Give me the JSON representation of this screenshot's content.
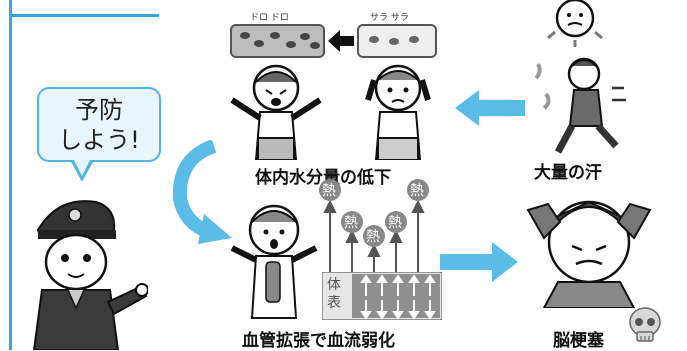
{
  "bubble": {
    "line1": "予防",
    "line2": "しよう!"
  },
  "captions": {
    "dehydration": "体内水分量の低下",
    "sweat": "大量の汗",
    "vasodilation": "血管拡張で血流弱化",
    "stroke": "脳梗塞"
  },
  "sound_effects": {
    "thick_blood": "ドロ ドロ",
    "smooth_blood": "サラ サラ"
  },
  "heat_glyph": "熱",
  "body_surface_label": "体表",
  "colors": {
    "arrow": "#5bbce8",
    "frame": "#3aa6df",
    "bubble_border": "#54b3e2"
  }
}
